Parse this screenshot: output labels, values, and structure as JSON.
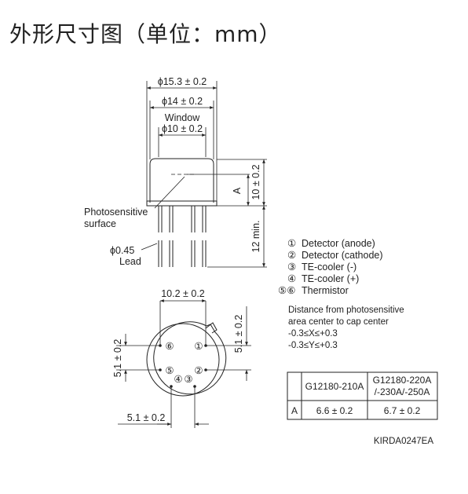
{
  "title": "外形尺寸图（单位：mm）",
  "side_view": {
    "dim_outer": "ϕ15.3 ± 0.2",
    "dim_cap": "ϕ14 ± 0.2",
    "window_label": "Window",
    "dim_window": "ϕ10 ± 0.2",
    "dim_height": "10 ± 0.2",
    "dim_a": "A",
    "dim_lead_length": "12 min.",
    "photosensitive_label_1": "Photosensitive",
    "photosensitive_label_2": "surface",
    "lead_dia": "ϕ0.45",
    "lead_label": "Lead"
  },
  "pin_legend": [
    {
      "num": "①",
      "text": "Detector (anode)"
    },
    {
      "num": "②",
      "text": "Detector (cathode)"
    },
    {
      "num": "③",
      "text": "TE-cooler (-)"
    },
    {
      "num": "④",
      "text": "TE-cooler (+)"
    },
    {
      "num": "⑤⑥",
      "text": "Thermistor"
    }
  ],
  "distance_note": {
    "line1": "Distance from photosensitive",
    "line2": "area center to cap center",
    "line3": "-0.3≤X≤+0.3",
    "line4": "-0.3≤Y≤+0.3"
  },
  "bottom_view": {
    "dim_top": "10.2 ± 0.2",
    "dim_right": "5.1 ± 0.2",
    "dim_left": "5.1 ± 0.2",
    "dim_bottom": "5.1 ± 0.2",
    "pins": [
      "⑥",
      "①",
      "⑤",
      "②",
      "④",
      "③"
    ]
  },
  "table": {
    "headers": [
      "",
      "G12180-210A",
      "G12180-220A",
      "/-230A/-250A"
    ],
    "row": [
      "A",
      "6.6 ± 0.2",
      "6.7 ± 0.2"
    ]
  },
  "drawing_code": "KIRDA0247EA"
}
